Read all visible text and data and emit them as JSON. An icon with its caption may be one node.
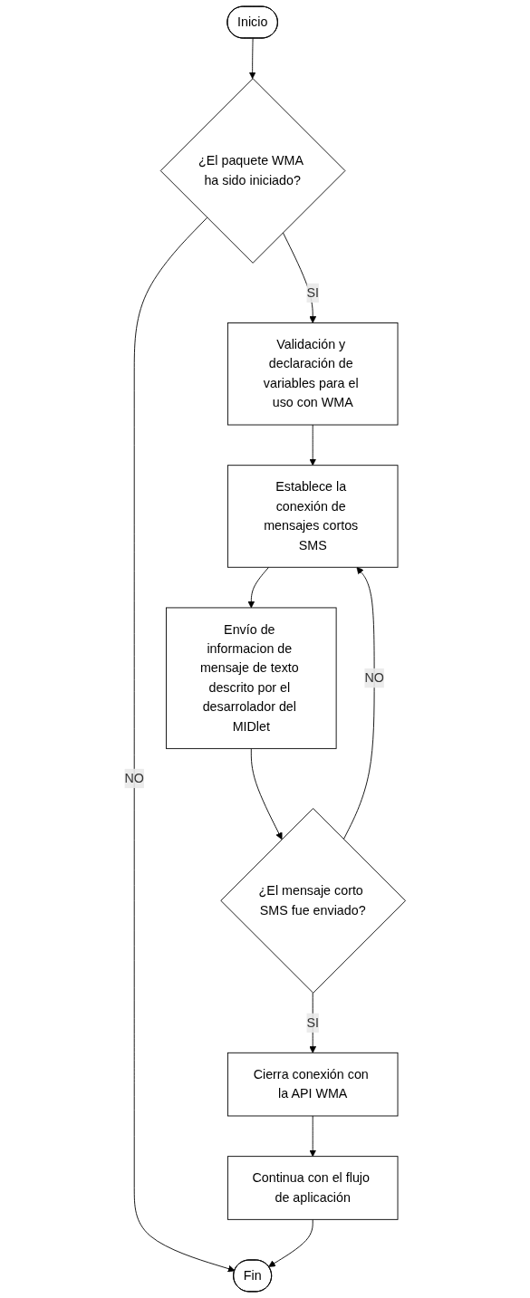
{
  "diagram": {
    "nodes": [
      {
        "text": [
          "Inicio"
        ]
      },
      {
        "text": [
          "¿El paquete WMA ha sido iniciado?"
        ]
      },
      {
        "text": [
          "Fin"
        ]
      },
      {
        "text": [
          "Validación y declaración de variables para el uso con WMA"
        ]
      },
      {
        "text": [
          "Establece la conexión de mensajes cortos SMS"
        ]
      },
      {
        "text": [
          "Envío de informacion de mensaje de texto descrito por el desarrolador del MIDlet"
        ]
      },
      {
        "text": [
          "¿El mensaje corto SMS fue enviado?"
        ]
      },
      {
        "text": [
          "Cierra conexión con la API WMA"
        ]
      },
      {
        "text": [
          "Continua con el flujo de aplicación"
        ]
      }
    ],
    "edges": [
      {
        "from": 0,
        "to": 1,
        "arrow": "to"
      },
      {
        "from": 1,
        "to": 2,
        "arrow": "to",
        "label": "NO"
      },
      {
        "from": 1,
        "to": 3,
        "arrow": "to",
        "label": "SI"
      },
      {
        "from": 3,
        "to": 4,
        "arrow": "to"
      },
      {
        "from": 4,
        "to": 5,
        "arrow": "to"
      },
      {
        "from": 5,
        "to": 6,
        "arrow": "to"
      },
      {
        "from": 6,
        "to": 4,
        "arrow": "to",
        "label": "NO"
      },
      {
        "from": 6,
        "to": 7,
        "arrow": "to",
        "label": "SI"
      },
      {
        "from": 7,
        "to": 8,
        "arrow": "to"
      },
      {
        "from": 8,
        "to": 2,
        "arrow": "to"
      }
    ]
  }
}
